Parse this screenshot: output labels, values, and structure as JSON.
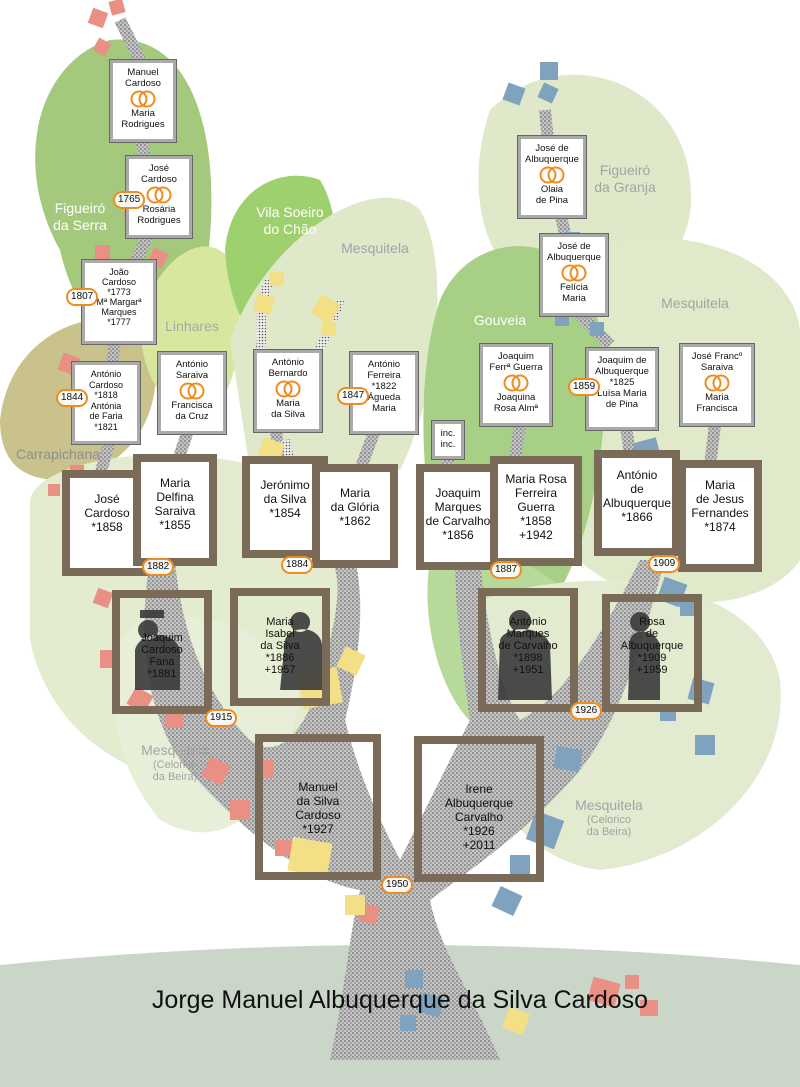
{
  "title": "Jorge Manuel Albuquerque da Silva Cardoso",
  "colors": {
    "ring": "#f08c1e",
    "frame": "#7a6a58",
    "leaf_green": "#a9cd7a",
    "leaf_pale": "#dfe8c8",
    "trunk": "#a8a8a8",
    "ground": "#c9d6c8",
    "blue_leaf": "#7fa3bf",
    "pink_leaf": "#e98f84",
    "yellow_leaf": "#f2df86"
  },
  "regions": {
    "figueiro_serra": {
      "name": "Figueiró",
      "sub": "da Serra"
    },
    "vila_soeiro": {
      "name": "Vila Soeiro",
      "sub": "do Chão"
    },
    "mesquitela_top": {
      "name": "Mesquitela"
    },
    "linhares": {
      "name": "Linhares"
    },
    "carrapichana": {
      "name": "Carrapichana"
    },
    "gouveia": {
      "name": "Gouveia"
    },
    "figueiro_granja": {
      "name": "Figueiró",
      "sub": "da Granja"
    },
    "mesquitela_right": {
      "name": "Mesquitela"
    },
    "mesquitela_left_low": {
      "name": "Mesquitela",
      "sub1": "(Celorico",
      "sub2": "da Beira)"
    },
    "mesquitela_right_low": {
      "name": "Mesquitela",
      "sub1": "(Celorico",
      "sub2": "da Beira)"
    }
  },
  "couples": {
    "manuel_maria": [
      "Manuel",
      "Cardoso",
      "Maria",
      "Rodrigues"
    ],
    "jose_rosaria": [
      "José",
      "Cardoso",
      "Rosária",
      "Rodrigues"
    ],
    "joao_margarida": [
      "João",
      "Cardoso",
      "*1773",
      "Mª Margarª",
      "Marques",
      "*1777"
    ],
    "antonio_antonia": [
      "António",
      "Cardoso",
      "*1818",
      "Antónia",
      "de Faria",
      "*1821"
    ],
    "antonio_francisca": [
      "António",
      "Saraiva",
      "Francisca",
      "da Cruz"
    ],
    "antonio_maria": [
      "António",
      "Bernardo",
      "Maria",
      "da Silva"
    ],
    "antonio_agueda": [
      "António",
      "Ferreira",
      "*1822",
      "Águeda",
      "Maria"
    ],
    "inc": [
      "inc.",
      "inc."
    ],
    "joaquim_joaquina": [
      "Joaquim",
      "Ferrª Guerra",
      "Joaquina",
      "Rosa Almª"
    ],
    "jose_olaia": [
      "José de",
      "Albuquerque",
      "Olaia",
      "de Pina"
    ],
    "jose_felicia": [
      "José de",
      "Albuquerque",
      "Felícia",
      "Maria"
    ],
    "joaquim_luisa": [
      "Joaquim de",
      "Albuquerque",
      "*1825",
      "Luísa Maria",
      "de Pina"
    ],
    "jose_maria_f": [
      "José Francº",
      "Saraiva",
      "Maria",
      "Francisca"
    ]
  },
  "persons": {
    "jose_cardoso": [
      "José",
      "Cardoso",
      "*1858"
    ],
    "maria_delfina": [
      "Maria",
      "Delfina",
      "Saraiva",
      "*1855"
    ],
    "jeronimo": [
      "Jerónimo",
      "da Silva",
      "*1854"
    ],
    "maria_gloria": [
      "Maria",
      "da Glória",
      "*1862"
    ],
    "joaquim_marques": [
      "Joaquim",
      "Marques",
      "de Carvalho",
      "*1856"
    ],
    "maria_rosa": [
      "Maria Rosa",
      "Ferreira",
      "Guerra",
      "*1858",
      "+1942"
    ],
    "antonio_alb": [
      "António",
      "de",
      "Albuquerque",
      "*1866"
    ],
    "maria_jesus": [
      "Maria",
      "de Jesus",
      "Fernandes",
      "*1874"
    ],
    "joaquim_fana": [
      "Joaquim",
      "Cardoso",
      "Fana",
      "*1881"
    ],
    "maria_isabel": [
      "Maria",
      "Isabel",
      "da Silva",
      "*1886",
      "+1957"
    ],
    "antonio_marques": [
      "António",
      "Marques",
      "de Carvalho",
      "*1898",
      "+1951"
    ],
    "rosa_alb": [
      "Rosa",
      "de",
      "Albuquerque",
      "*1909",
      "+1959"
    ],
    "manuel_silva": [
      "Manuel",
      "da Silva",
      "Cardoso",
      "*1927"
    ],
    "irene": [
      "Irene",
      "Albuquerque",
      "Carvalho",
      "*1926",
      "+2011"
    ]
  },
  "years": {
    "y1765": "1765",
    "y1807": "1807",
    "y1844": "1844",
    "y1847": "1847",
    "y1859": "1859",
    "y1882": "1882",
    "y1884": "1884",
    "y1887": "1887",
    "y1909": "1909",
    "y1915": "1915",
    "y1926": "1926",
    "y1950": "1950"
  }
}
